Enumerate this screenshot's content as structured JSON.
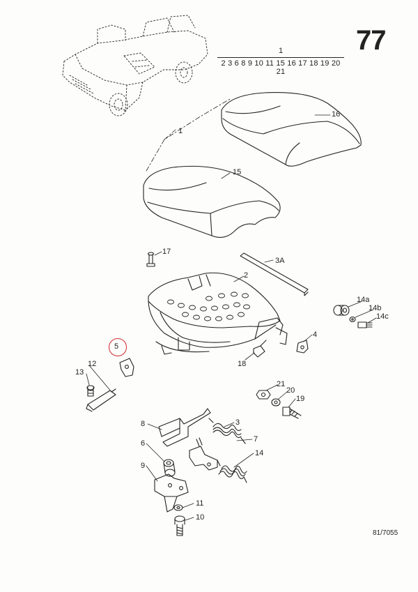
{
  "page_number": "77",
  "header": {
    "assembly_number": "1",
    "model_codes": "2 3 6 8 9 10 11 15 16 17 18 19 20 21"
  },
  "drawing_reference": "81/7055",
  "highlighted_part": "5",
  "part_labels": {
    "p1": "1",
    "p2": "2",
    "p3a": "3A",
    "p3": "3",
    "p4": "4",
    "p5": "5",
    "p6": "6",
    "p7": "7",
    "p8": "8",
    "p9": "9",
    "p10": "10",
    "p11": "11",
    "p12": "12",
    "p13": "13",
    "p14": "14",
    "p14a": "14a",
    "p14b": "14b",
    "p14c": "14c",
    "p15": "15",
    "p16": "16",
    "p17": "17",
    "p18": "18",
    "p19": "19",
    "p20": "20",
    "p21": "21"
  },
  "colors": {
    "ink": "#222222",
    "highlight": "#d0282a",
    "paper": "#fdfdfb"
  }
}
